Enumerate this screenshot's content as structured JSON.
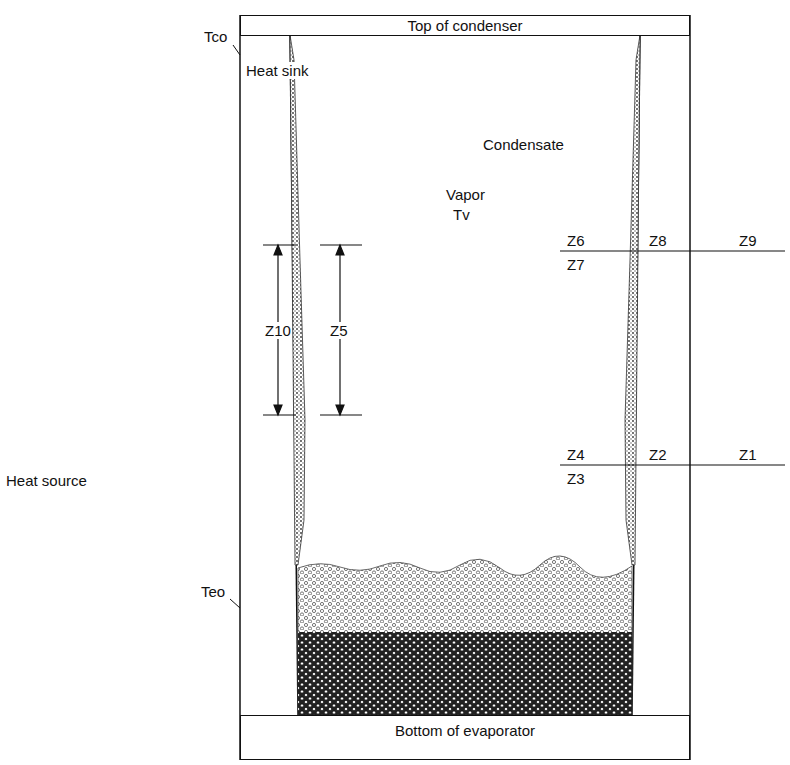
{
  "diagram": {
    "nodes": [
      {
        "text": [
          "Top of condenser"
        ]
      },
      {
        "text": [
          "Bottom of evaporator"
        ]
      }
    ],
    "labels": [
      "Tco",
      "Heat sink",
      "Condensate",
      "Vapor",
      "Tv",
      "Z6",
      "Z8",
      "Z9",
      "Z7",
      "Z10",
      "Z5",
      "Z4",
      "Z2",
      "Z1",
      "Z3",
      "Heat source",
      "Teo"
    ]
  }
}
